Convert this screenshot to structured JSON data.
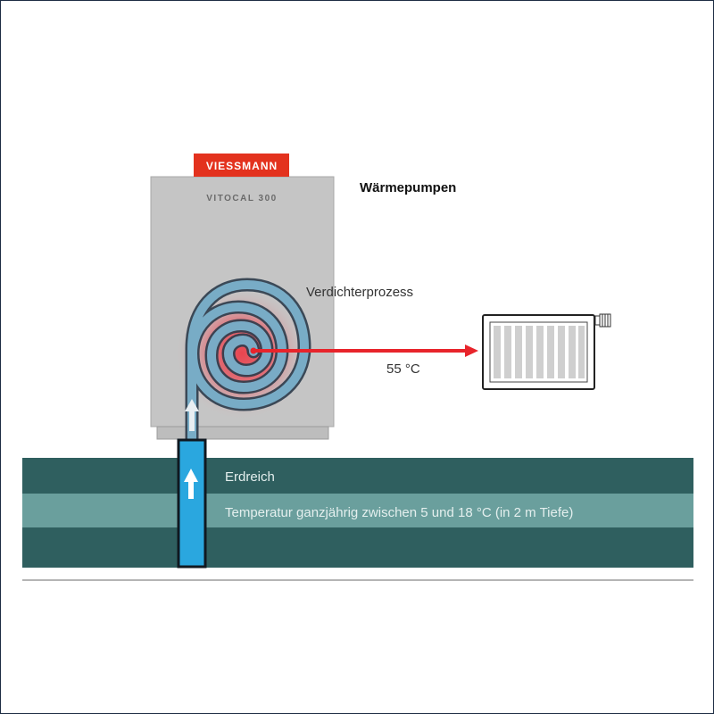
{
  "brand": {
    "logo_text": "VIESSMANN",
    "model_name": "VITOCAL 300"
  },
  "labels": {
    "title": "Wärmepumpen",
    "process": "Verdichterprozess",
    "output_temperature": "55 °C",
    "ground_name": "Erdreich",
    "ground_temperature": "Temperatur ganzjährig zwischen 5 und 18 °C (in 2 m Tiefe)"
  },
  "colors": {
    "logo_red": "#e3321e",
    "ground_dark": "#2f5f5f",
    "ground_light": "#6a9f9d",
    "cold_blue": "#2aa7df",
    "hot_red": "#e8242b",
    "housing_gray": "#c5c5c5"
  },
  "icons": {
    "spiral": "compressor-spiral-icon",
    "radiator": "radiator-icon",
    "arrow": "up-arrow-icon"
  }
}
